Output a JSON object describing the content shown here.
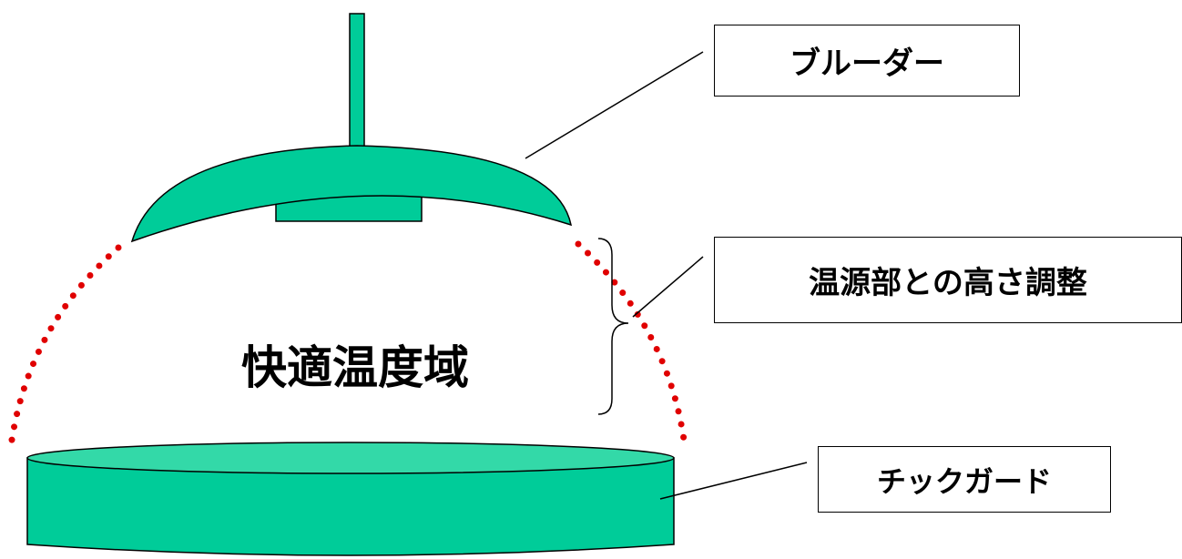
{
  "labels": {
    "brooder": "ブルーダー",
    "height_adjust": "温源部との高さ調整",
    "chick_guard": "チックガード",
    "comfort_zone": "快適温度域"
  },
  "colors": {
    "fill": "#00cc99",
    "guard_top": "#33d9a8",
    "dots": "#e00000",
    "stroke": "#000000"
  }
}
